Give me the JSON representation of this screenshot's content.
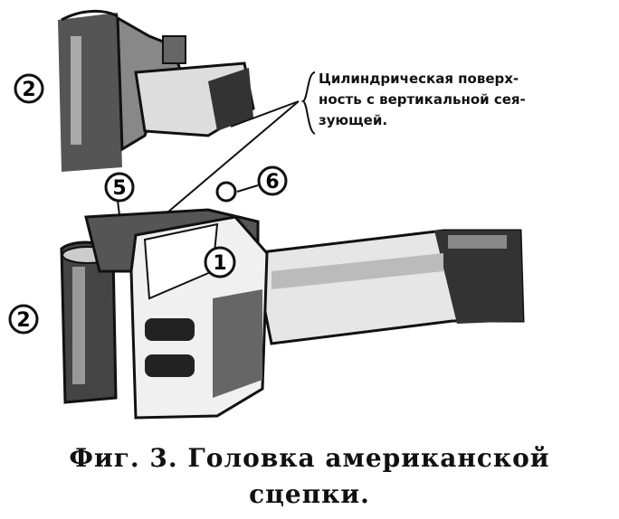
{
  "figure": {
    "labels": [
      "1",
      "2",
      "2",
      "5",
      "6"
    ],
    "callout": [
      "Цилиндрическая поверх-",
      "ность с вертикальной сея-",
      "зующей."
    ]
  },
  "caption": {
    "line1": "Фиг. 3. Головка американской",
    "line2": "сцепки."
  },
  "colors": {
    "ink": "#111111",
    "paper": "#ffffff",
    "shade": "#555555"
  }
}
